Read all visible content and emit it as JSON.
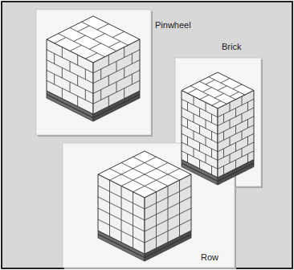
{
  "diagram": {
    "labels": [
      "Pinwheel",
      "Brick",
      "Row"
    ]
  }
}
